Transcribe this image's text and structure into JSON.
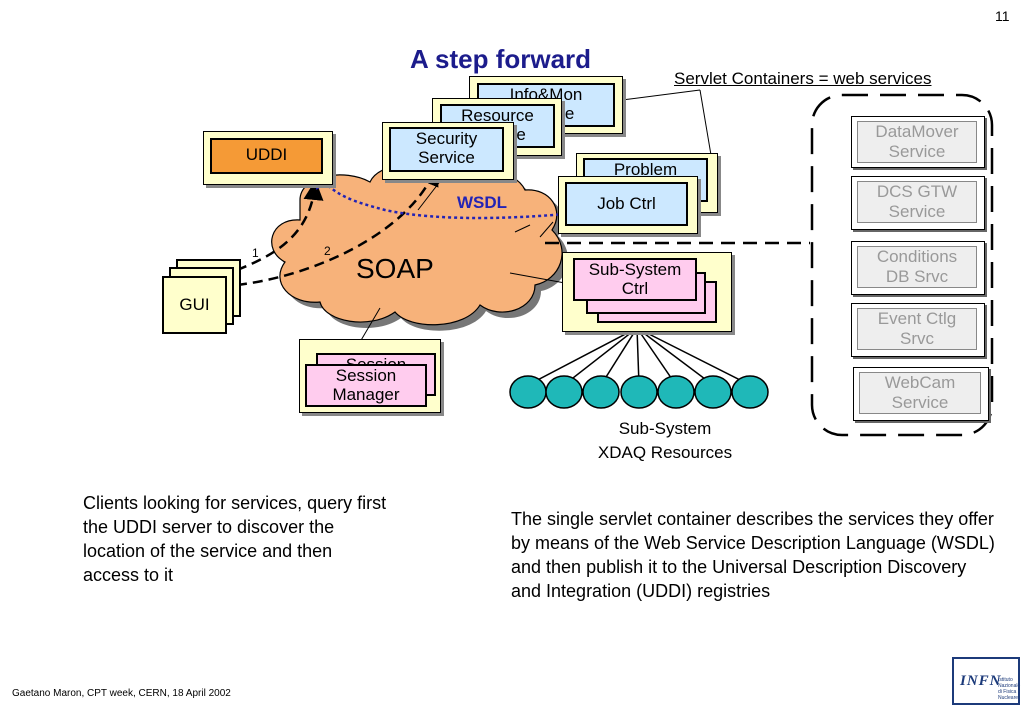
{
  "page_number": "11",
  "title": "A step forward",
  "servlet_label": "Servlet Containers = web services",
  "services": {
    "info_mon": "Info&Mon\nService",
    "resource": "Resource\nService",
    "security": "Security\nService",
    "problem": "Problem\nSolver",
    "job_ctrl": "Job Ctrl",
    "uddi": "UDDI",
    "gui": "GUI",
    "soap": "SOAP",
    "wsdl": "WSDL",
    "arrow_1": "1",
    "arrow_2": "2",
    "sub_system_ctrl": "Sub-System\nCtrl",
    "session_back": "Session",
    "session_manager": "Session\nManager"
  },
  "sub_system_caption": "Sub-System\nXDAQ Resources",
  "container_services": [
    "DataMover\nService",
    "DCS GTW\nService",
    "Conditions\nDB Srvc",
    "Event Ctlg\nSrvc",
    "WebCam\nService"
  ],
  "text_left": "Clients looking for services, query first the UDDI server to discover the location of the service and then access to it",
  "text_right": "The single servlet container describes the services they offer by means of the Web Service Description Language (WSDL) and then publish it to the Universal Description Discovery and Integration (UDDI) registries",
  "footer": "Gaetano Maron, CPT week, CERN, 18 April 2002",
  "logo": "INFN",
  "logo_sub": "Istituto Nazionale\ndi Fisica Nucleare",
  "colors": {
    "title": "#1c1c8c",
    "service_fill": "#cce8ff",
    "uddi_fill": "#f59a36",
    "cloud_fill": "#f7b27a",
    "pink_fill": "#ffccee",
    "resource_node": "#1fb8b8",
    "wsdl": "#2323b5"
  }
}
